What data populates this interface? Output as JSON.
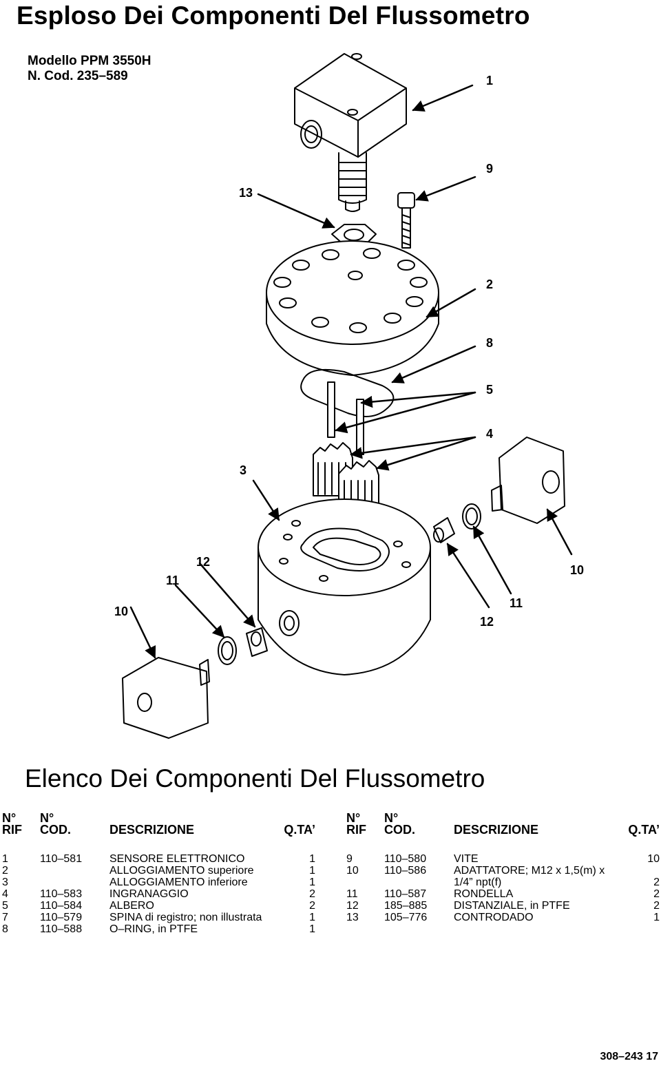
{
  "header": {
    "title": "Esploso Dei Componenti Del Flussometro",
    "model_line": "Modello PPM 3550H",
    "code_line": "N. Cod. 235–589"
  },
  "diagram": {
    "callouts": [
      "1",
      "9",
      "13",
      "2",
      "8",
      "5",
      "4",
      "3",
      "12",
      "11",
      "10",
      "10",
      "12",
      "11"
    ]
  },
  "parts_list": {
    "title": "Elenco Dei Componenti Del Flussometro",
    "headers": {
      "rif_top": "N°",
      "rif_bottom": "RIF",
      "cod_top": "N°",
      "cod_bottom": "COD.",
      "desc": "DESCRIZIONE",
      "qty": "Q.TA’"
    },
    "left_rows": [
      {
        "rif": "1",
        "cod": "110–581",
        "desc": "SENSORE ELETTRONICO",
        "qty": "1"
      },
      {
        "rif": "2",
        "cod": "",
        "desc": "ALLOGGIAMENTO superiore",
        "qty": "1"
      },
      {
        "rif": "3",
        "cod": "",
        "desc": "ALLOGGIAMENTO inferiore",
        "qty": "1"
      },
      {
        "rif": "4",
        "cod": "110–583",
        "desc": "INGRANAGGIO",
        "qty": "2"
      },
      {
        "rif": "5",
        "cod": "110–584",
        "desc": "ALBERO",
        "qty": "2"
      },
      {
        "rif": "7",
        "cod": "110–579",
        "desc": "SPINA di registro; non illustrata",
        "qty": "1"
      },
      {
        "rif": "8",
        "cod": "110–588",
        "desc": "O–RING, in PTFE",
        "qty": "1"
      }
    ],
    "right_rows": [
      {
        "rif": "9",
        "cod": "110–580",
        "desc": "VITE",
        "qty": "10"
      },
      {
        "rif": "10",
        "cod": "110–586",
        "desc": "ADATTATORE; M12 x 1,5(m) x",
        "qty": ""
      },
      {
        "rif": "",
        "cod": "",
        "desc": "1/4” npt(f)",
        "qty": "2"
      },
      {
        "rif": "11",
        "cod": "110–587",
        "desc": "RONDELLA",
        "qty": "2"
      },
      {
        "rif": "12",
        "cod": "185–885",
        "desc": "DISTANZIALE, in PTFE",
        "qty": "2"
      },
      {
        "rif": "13",
        "cod": "105–776",
        "desc": "CONTRODADO",
        "qty": "1"
      }
    ]
  },
  "footer": {
    "page_ref": "308–243  17"
  }
}
